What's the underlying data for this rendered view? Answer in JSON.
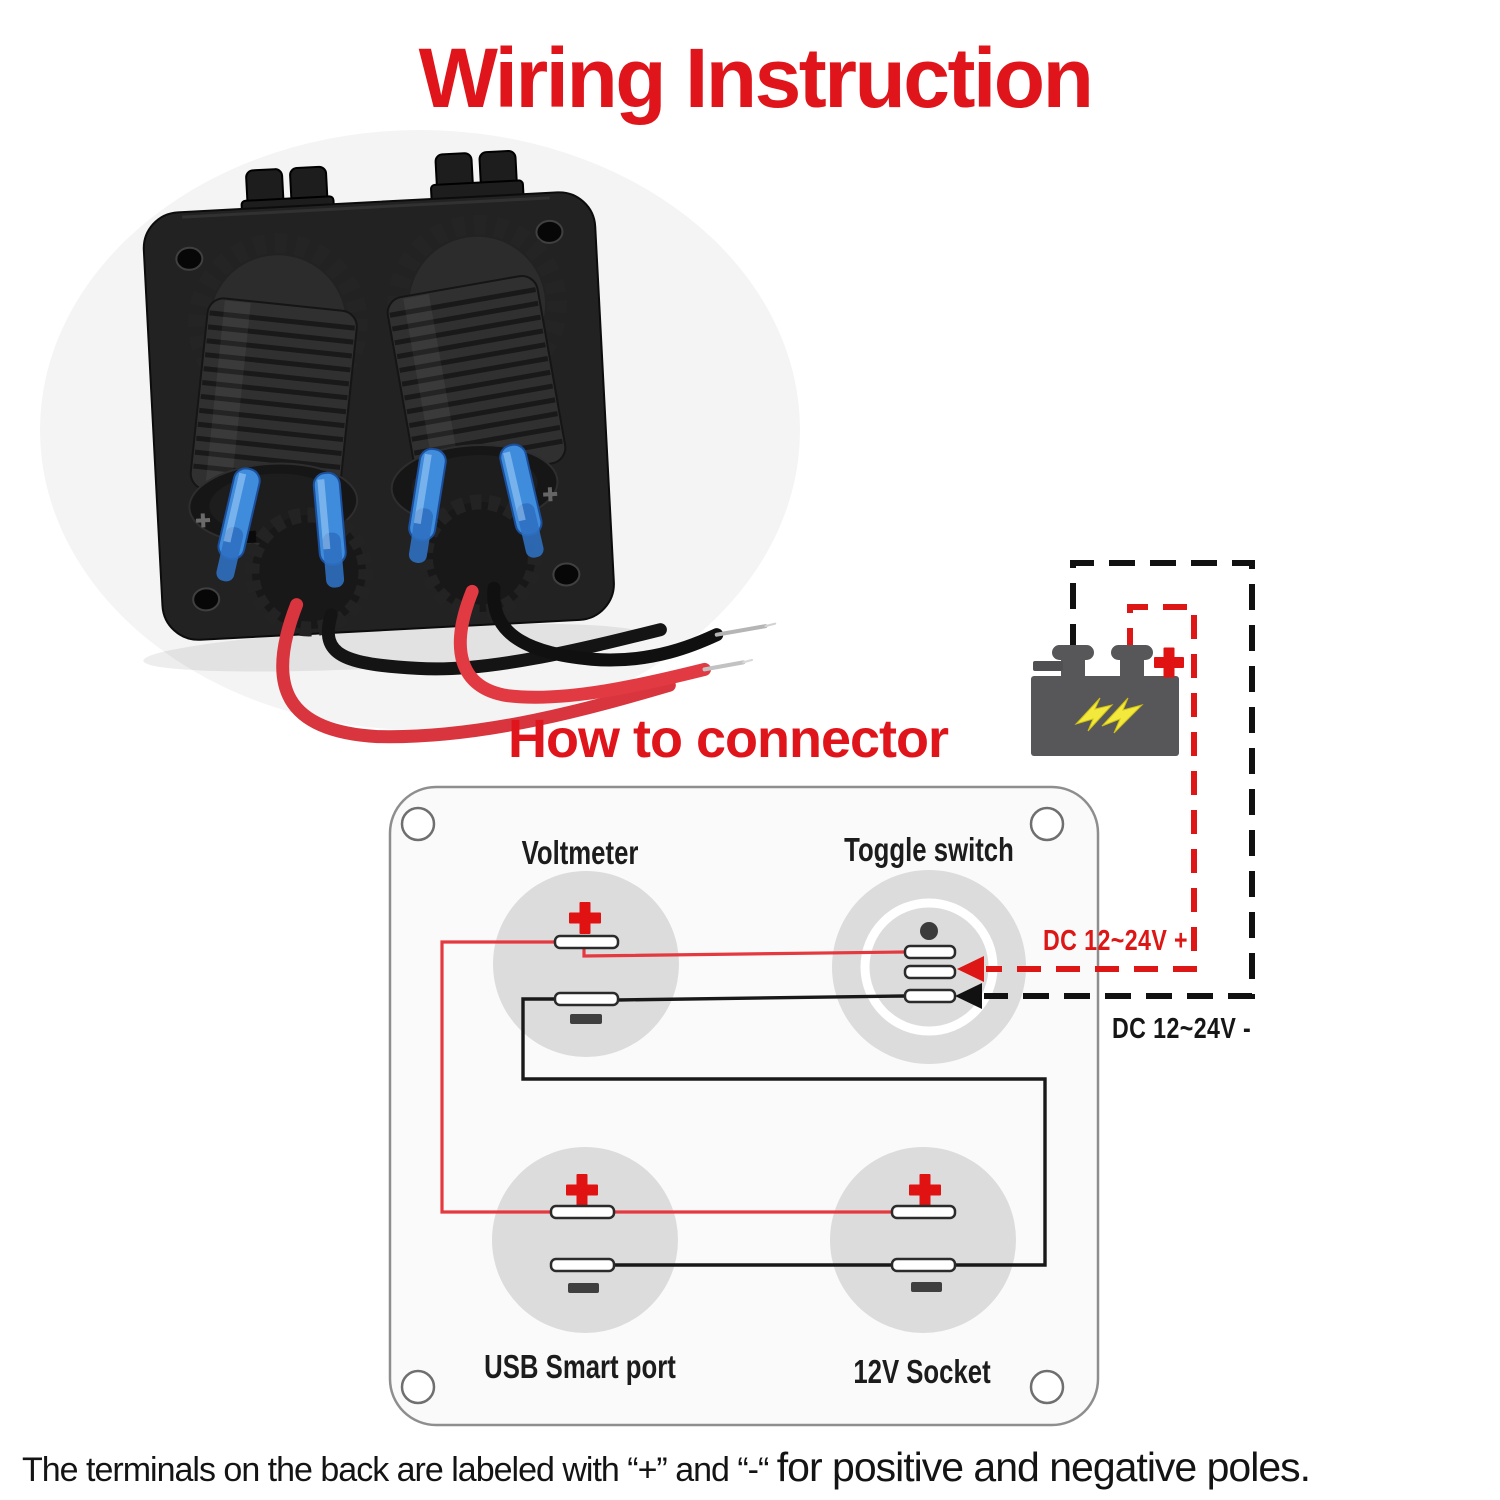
{
  "title": "Wiring Instruction",
  "subtitle": "How to connector",
  "caption": {
    "part1": "The terminals on the back are labeled with “+” and “-“ ",
    "part2": "for positive and negative poles."
  },
  "diagram": {
    "ports": [
      {
        "id": "voltmeter",
        "label": "Voltmeter"
      },
      {
        "id": "toggle-switch",
        "label": "Toggle switch"
      },
      {
        "id": "usb-smart-port",
        "label": "USB Smart port"
      },
      {
        "id": "12v-socket",
        "label": "12V Socket"
      }
    ],
    "power_labels": {
      "positive": "DC 12~24V +",
      "negative": "DC 12~24V -"
    },
    "terminal_symbols": {
      "positive": "+",
      "negative": "-"
    },
    "battery": {
      "name": "battery",
      "polarity_marks": [
        "-",
        "+"
      ]
    }
  },
  "colors": {
    "accent_red": "#e0151b",
    "wire_red": "#e23a43",
    "wire_black": "#191919",
    "dashed_red": "#dd1616",
    "dashed_black": "#111111",
    "terminal_plus_red": "#e01212",
    "port_circle_gray": "#dcdcdc",
    "battery_gray": "#57575a",
    "bolt_yellow": "#f2e93c",
    "panel_fill": "#fafafa",
    "panel_border": "#8e8e8e"
  }
}
